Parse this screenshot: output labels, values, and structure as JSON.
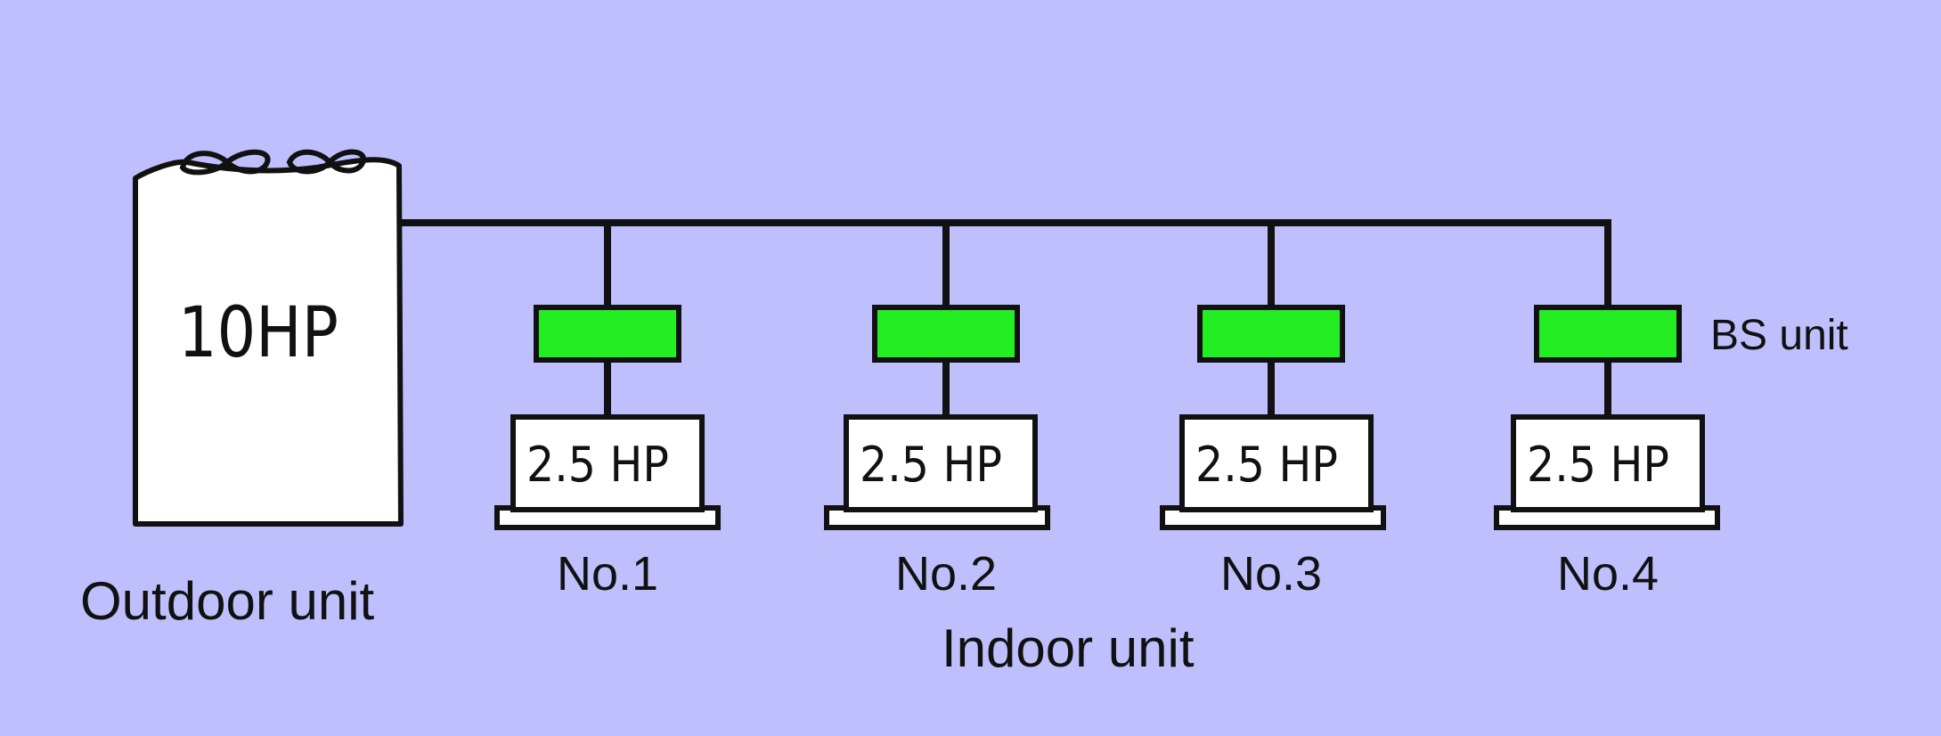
{
  "colors": {
    "background": "#bfbffd",
    "line": "#111111",
    "unit_fill": "#ffffff",
    "bs_unit_fill": "#22ee22"
  },
  "outdoor_unit": {
    "capacity": "10HP",
    "label": "Outdoor unit",
    "icon": "fan-icon"
  },
  "bs_label": "BS unit",
  "indoor_label": "Indoor unit",
  "indoor_units": [
    {
      "capacity": "2.5 HP",
      "name": "No.1"
    },
    {
      "capacity": "2.5 HP",
      "name": "No.2"
    },
    {
      "capacity": "2.5 HP",
      "name": "No.3"
    },
    {
      "capacity": "2.5 HP",
      "name": "No.4"
    }
  ]
}
